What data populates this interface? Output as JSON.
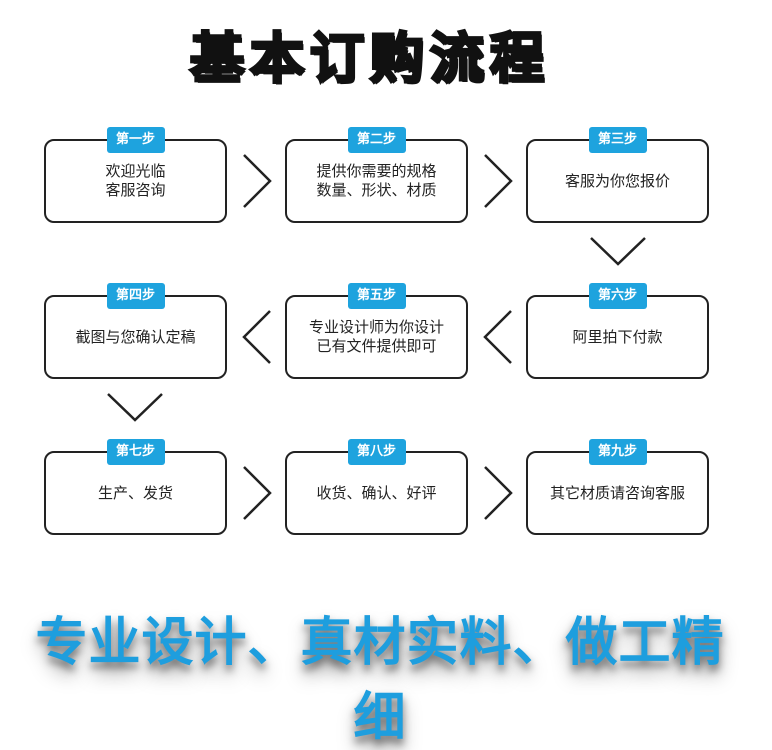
{
  "title": "基本订购流程",
  "steps": [
    {
      "badge": "第一步",
      "text": "欢迎光临\n客服咨询"
    },
    {
      "badge": "第二步",
      "text": "提供你需要的规格\n数量、形状、材质"
    },
    {
      "badge": "第三步",
      "text": "客服为你您报价"
    },
    {
      "badge": "第四步",
      "text": "截图与您确认定稿"
    },
    {
      "badge": "第五步",
      "text": "专业设计师为你设计\n已有文件提供即可"
    },
    {
      "badge": "第六步",
      "text": "阿里拍下付款"
    },
    {
      "badge": "第七步",
      "text": "生产、发货"
    },
    {
      "badge": "第八步",
      "text": "收货、确认、好评"
    },
    {
      "badge": "第九步",
      "text": "其它材质请咨询客服"
    }
  ],
  "slogan": "专业设计、真材实料、做工精细",
  "colors": {
    "accent": "#1ea3de",
    "stroke": "#222222"
  }
}
